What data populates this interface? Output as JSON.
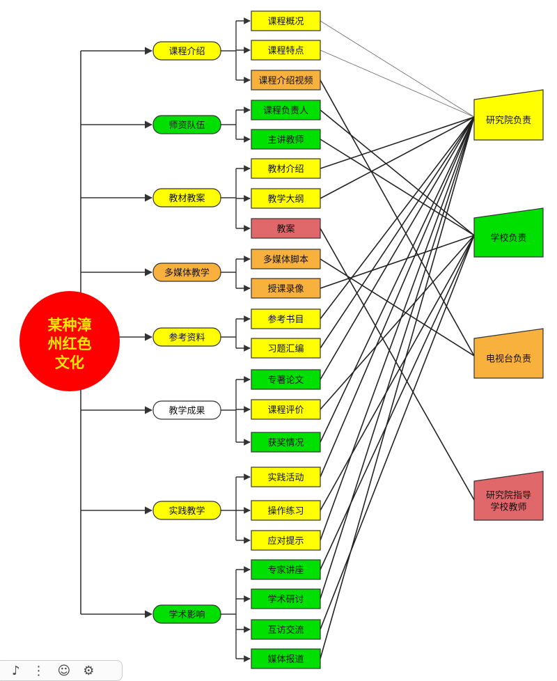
{
  "colors": {
    "yellow": "#ffff00",
    "green": "#00e000",
    "orange": "#f8b13c",
    "red": "#e0686a",
    "white": "#ffffff",
    "root": "#ff0000",
    "root_text": "#ffe800"
  },
  "root": {
    "lines": [
      "某种漳",
      "州红色",
      "文化"
    ]
  },
  "categories": [
    {
      "label": "课程介绍",
      "color": "yellow",
      "items": [
        {
          "label": "课程概况",
          "color": "yellow"
        },
        {
          "label": "课程特点",
          "color": "yellow"
        },
        {
          "label": "课程介绍视频",
          "color": "orange"
        }
      ]
    },
    {
      "label": "师资队伍",
      "color": "green",
      "items": [
        {
          "label": "课程负责人",
          "color": "green"
        },
        {
          "label": "主讲教师",
          "color": "green"
        }
      ]
    },
    {
      "label": "教材教案",
      "color": "yellow",
      "items": [
        {
          "label": "教材介绍",
          "color": "yellow"
        },
        {
          "label": "教学大纲",
          "color": "yellow"
        },
        {
          "label": "教案",
          "color": "red"
        }
      ]
    },
    {
      "label": "多媒体教学",
      "color": "orange",
      "items": [
        {
          "label": "多媒体脚本",
          "color": "orange"
        },
        {
          "label": "授课录像",
          "color": "orange"
        }
      ]
    },
    {
      "label": "参考资料",
      "color": "yellow",
      "items": [
        {
          "label": "参考书目",
          "color": "yellow"
        },
        {
          "label": "习题汇编",
          "color": "yellow"
        }
      ]
    },
    {
      "label": "教学成果",
      "color": "white",
      "items": [
        {
          "label": "专著论文",
          "color": "green"
        },
        {
          "label": "课程评价",
          "color": "yellow"
        },
        {
          "label": "获奖情况",
          "color": "green"
        }
      ]
    },
    {
      "label": "实践教学",
      "color": "yellow",
      "items": [
        {
          "label": "实践活动",
          "color": "yellow"
        },
        {
          "label": "操作练习",
          "color": "yellow"
        },
        {
          "label": "应对提示",
          "color": "yellow"
        }
      ]
    },
    {
      "label": "学术影响",
      "color": "green",
      "items": [
        {
          "label": "专家讲座",
          "color": "green"
        },
        {
          "label": "学术研讨",
          "color": "green"
        },
        {
          "label": "互访交流",
          "color": "green"
        },
        {
          "label": "媒体报道",
          "color": "green"
        }
      ]
    }
  ],
  "owners": [
    {
      "label": "研究院负责",
      "color": "yellow",
      "lines": [
        "研究院负责"
      ]
    },
    {
      "label": "学校负责",
      "color": "green",
      "lines": [
        "学校负责"
      ]
    },
    {
      "label": "电视台负责",
      "color": "orange",
      "lines": [
        "电视台负责"
      ]
    },
    {
      "label": "研究院指导学校教师",
      "color": "red",
      "lines": [
        "研究院指导",
        "学校教师"
      ]
    }
  ],
  "edges": [
    {
      "from": "课程概况",
      "to": "研究院负责",
      "style": "thin"
    },
    {
      "from": "课程特点",
      "to": "研究院负责",
      "style": "thin"
    },
    {
      "from": "课程介绍视频",
      "to": "电视台负责",
      "style": "thick"
    },
    {
      "from": "课程负责人",
      "to": "学校负责",
      "style": "thick"
    },
    {
      "from": "主讲教师",
      "to": "学校负责",
      "style": "thick"
    },
    {
      "from": "教材介绍",
      "to": "研究院负责",
      "style": "thick"
    },
    {
      "from": "教学大纲",
      "to": "研究院负责",
      "style": "thick"
    },
    {
      "from": "教案",
      "to": "研究院指导学校教师",
      "style": "thick"
    },
    {
      "from": "多媒体脚本",
      "to": "电视台负责",
      "style": "thick"
    },
    {
      "from": "授课录像",
      "to": "学校负责",
      "style": "thick"
    },
    {
      "from": "参考书目",
      "to": "研究院负责",
      "style": "thick"
    },
    {
      "from": "习题汇编",
      "to": "研究院负责",
      "style": "thick"
    },
    {
      "from": "专著论文",
      "to": "研究院负责",
      "style": "thick"
    },
    {
      "from": "课程评价",
      "to": "学校负责",
      "style": "thick"
    },
    {
      "from": "获奖情况",
      "to": "研究院负责",
      "style": "thick"
    },
    {
      "from": "实践活动",
      "to": "研究院负责",
      "style": "thick"
    },
    {
      "from": "操作练习",
      "to": "学校负责",
      "style": "thick"
    },
    {
      "from": "应对提示",
      "to": "研究院负责",
      "style": "thick"
    },
    {
      "from": "专家讲座",
      "to": "学校负责",
      "style": "thick"
    },
    {
      "from": "学术研讨",
      "to": "研究院负责",
      "style": "thick"
    },
    {
      "from": "互访交流",
      "to": "学校负责",
      "style": "thick"
    },
    {
      "from": "媒体报道",
      "to": "研究院负责",
      "style": "thick"
    }
  ],
  "toolbar": [
    {
      "name": "audio-icon",
      "glyph": "♪"
    },
    {
      "name": "more-icon",
      "glyph": "⋮"
    },
    {
      "name": "emoji-icon",
      "glyph": "☺"
    },
    {
      "name": "settings-icon",
      "glyph": "⚙"
    }
  ]
}
